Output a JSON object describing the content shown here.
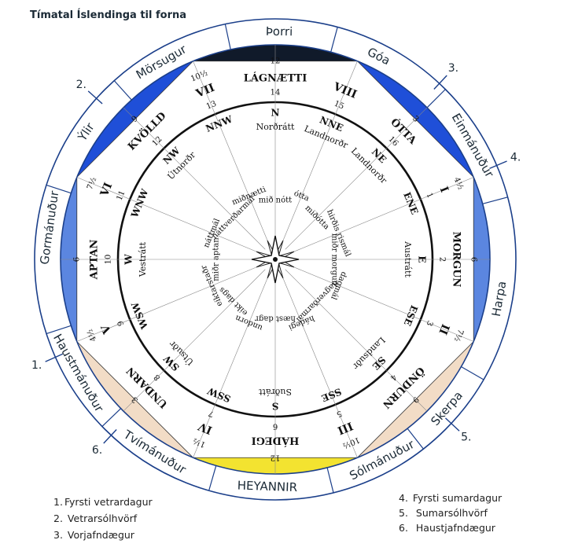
{
  "title": "Tímatal Íslendinga til forna",
  "months": [
    {
      "name": "Þorri",
      "angle": 1,
      "size": 15
    },
    {
      "name": "Góa",
      "angle": 27,
      "size": 15
    },
    {
      "name": "Einmánuður",
      "angle": 60,
      "size": 15
    },
    {
      "name": "Harpa",
      "angle": 100,
      "size": 15
    },
    {
      "name": "Skerpa",
      "angle": 131,
      "size": 15
    },
    {
      "name": "Sólmánuður",
      "angle": 152,
      "size": 15
    },
    {
      "name": "HEYANNIR",
      "angle": 182,
      "size": 15
    },
    {
      "name": "Tvímánuður",
      "angle": 212,
      "size": 15
    },
    {
      "name": "Haustmánuður",
      "angle": 240,
      "size": 15
    },
    {
      "name": "Gormánuður",
      "angle": 278,
      "size": 15
    },
    {
      "name": "Ýlir",
      "angle": 304,
      "size": 15
    },
    {
      "name": "Mörsugur",
      "angle": 330,
      "size": 15
    }
  ],
  "markers": [
    {
      "num": "1.",
      "angle": 246
    },
    {
      "num": "2.",
      "angle": 312
    },
    {
      "num": "3.",
      "angle": 43
    },
    {
      "num": "4.",
      "angle": 67
    },
    {
      "num": "5.",
      "angle": 133
    },
    {
      "num": "6.",
      "angle": 223
    }
  ],
  "compass": [
    {
      "angle": 0,
      "dir": "N",
      "name": "Norðrátt",
      "eykt": "LÁGNÆTTI",
      "clock": "12",
      "hour": "14",
      "fine": "mið nótt"
    },
    {
      "angle": 22.5,
      "dir": "NNE",
      "name": "Landnorðr",
      "eykt": "",
      "clock": "",
      "hour": "15",
      "fine": "ótta"
    },
    {
      "angle": 45,
      "dir": "NE",
      "name": "Landnorðr",
      "eykt": "ÓTTA",
      "clock": "3",
      "hour": "16",
      "fine": "miðótta"
    },
    {
      "angle": 67.5,
      "dir": "ENE",
      "name": "",
      "eykt": "",
      "clock": "4½",
      "hour": "1",
      "fine": "hirðis rismál"
    },
    {
      "angle": 90,
      "dir": "E",
      "name": "Austrátt",
      "eykt": "MORGUN",
      "clock": "6",
      "hour": "2",
      "fine": "miðr morgun"
    },
    {
      "angle": 112.5,
      "dir": "ESE",
      "name": "",
      "eykt": "",
      "clock": "7½",
      "hour": "3",
      "fine": "dagmál"
    },
    {
      "angle": 135,
      "dir": "SE",
      "name": "Landsuðr",
      "eykt": "ÖNDURN",
      "clock": "9",
      "hour": "4",
      "fine": "dagverðarmál"
    },
    {
      "angle": 157.5,
      "dir": "SSE",
      "name": "",
      "eykt": "",
      "clock": "10½",
      "hour": "5",
      "fine": "hádegi"
    },
    {
      "angle": 180,
      "dir": "S",
      "name": "Suðrátt",
      "eykt": "HÁDEGI",
      "clock": "12",
      "hour": "6",
      "fine": "hæst dagr"
    },
    {
      "angle": 202.5,
      "dir": "SSW",
      "name": "",
      "eykt": "",
      "clock": "1½",
      "hour": "7",
      "fine": "undorn"
    },
    {
      "angle": 225,
      "dir": "SW",
      "name": "Útsuðr",
      "eykt": "UNDARN",
      "clock": "3",
      "hour": "8",
      "fine": "eikt dags"
    },
    {
      "angle": 247.5,
      "dir": "WSW",
      "name": "",
      "eykt": "",
      "clock": "4½",
      "hour": "9",
      "fine": "eiktarstaðr"
    },
    {
      "angle": 270,
      "dir": "W",
      "name": "Vestrátt",
      "eykt": "APTAN",
      "clock": "6",
      "hour": "10",
      "fine": "miðr aptan"
    },
    {
      "angle": 292.5,
      "dir": "WNW",
      "name": "",
      "eykt": "",
      "clock": "7½",
      "hour": "11",
      "fine": "náttmál"
    },
    {
      "angle": 315,
      "dir": "NW",
      "name": "Útnorðr",
      "eykt": "KVÖLLD",
      "clock": "9",
      "hour": "12",
      "fine": "náttverðarmál"
    },
    {
      "angle": 337.5,
      "dir": "NNW",
      "name": "",
      "eykt": "",
      "clock": "10½",
      "hour": "13",
      "fine": "miðnætti"
    }
  ],
  "roman": [
    {
      "angle": 22.5,
      "text": "VIII"
    },
    {
      "angle": 67.5,
      "text": "I"
    },
    {
      "angle": 112.5,
      "text": "II"
    },
    {
      "angle": 157.5,
      "text": "III"
    },
    {
      "angle": 202.5,
      "text": "IV"
    },
    {
      "angle": 247.5,
      "text": "V"
    },
    {
      "angle": 292.5,
      "text": "VI"
    },
    {
      "angle": 337.5,
      "text": "VII"
    }
  ],
  "legend_left": [
    {
      "num": "1.",
      "text": "Fyrsti vetrardagur"
    },
    {
      "num": "2.",
      "text": "Vetrarsólhvörf"
    },
    {
      "num": "3.",
      "text": "Vorjafndægur"
    }
  ],
  "legend_right": [
    {
      "num": "4.",
      "text": "Fyrsti sumardagur"
    },
    {
      "num": "5.",
      "text": "Sumarsólhvörf"
    },
    {
      "num": "6.",
      "text": "Haustjafndægur"
    }
  ],
  "colors": {
    "winter": "#1f4fd8",
    "spring_light": "#5b86e0",
    "autumn": "#f2dcc6",
    "summer": "#f3e330",
    "midwinter": "#101a2a"
  }
}
